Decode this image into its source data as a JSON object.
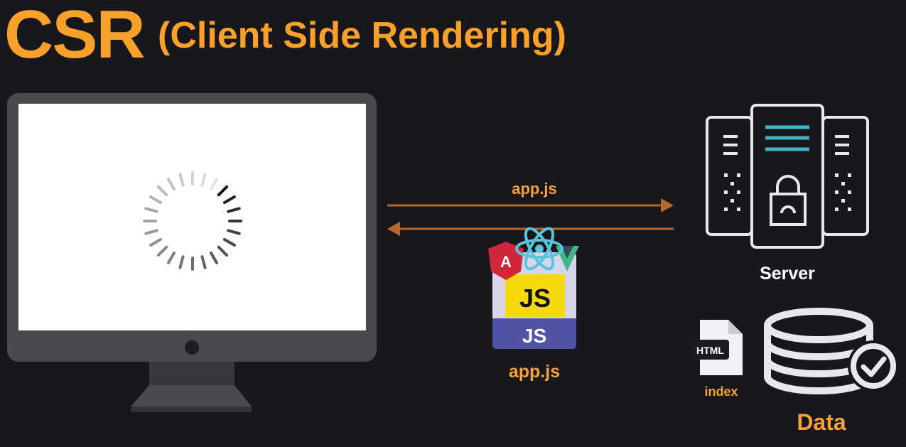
{
  "title": {
    "main": "CSR",
    "sub": "(Client Side Rendering)"
  },
  "labels": {
    "arrow_label": "app.js",
    "bundle_label": "app.js",
    "server": "Server",
    "index": "index",
    "data": "Data",
    "html_badge": "HTML",
    "js_upper": "JS",
    "js_lower": "JS"
  },
  "colors": {
    "background": "#17171c",
    "accent": "#f7a02a",
    "arrow": "#b8692a",
    "monitor": "#4a4a4e",
    "icon_stroke": "#e8e8ec",
    "server_accent": "#3fb6c6",
    "js_yellow": "#f5d90b",
    "js_blue": "#5053a6",
    "react_cyan": "#58c4dc",
    "angular_red": "#d3263b",
    "vue_green": "#41b883"
  },
  "icons": [
    "monitor-icon",
    "loading-spinner-icon",
    "server-icon",
    "lock-icon",
    "html-file-icon",
    "database-icon",
    "check-icon",
    "react-icon",
    "angular-icon",
    "vue-icon"
  ]
}
